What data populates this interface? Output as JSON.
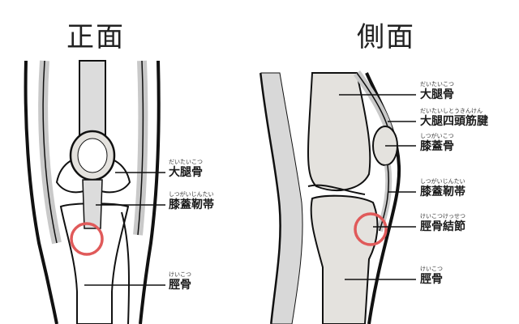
{
  "titles": {
    "front": "正面",
    "side": "側面"
  },
  "front_labels": [
    {
      "ruby": "だいたいこつ",
      "text": "大腿骨"
    },
    {
      "ruby": "しつがいじんたい",
      "text": "膝蓋靭帯"
    },
    {
      "ruby": "けいこつ",
      "text": "脛骨"
    }
  ],
  "side_labels": [
    {
      "ruby": "だいたいこつ",
      "text": "大腿骨"
    },
    {
      "ruby": "だいたいしとうきんけん",
      "text": "大腿四頭筋腱"
    },
    {
      "ruby": "しつがいこつ",
      "text": "膝蓋骨"
    },
    {
      "ruby": "しつがいじんたい",
      "text": "膝蓋靭帯"
    },
    {
      "ruby": "けいこつけっせつ",
      "text": "脛骨結節"
    },
    {
      "ruby": "けいこつ",
      "text": "脛骨"
    }
  ],
  "colors": {
    "highlight_circle": "#e05a5a",
    "tendon_gray": "#c9c9c9",
    "bone_light": "#e4e2de",
    "outline": "#111111"
  }
}
